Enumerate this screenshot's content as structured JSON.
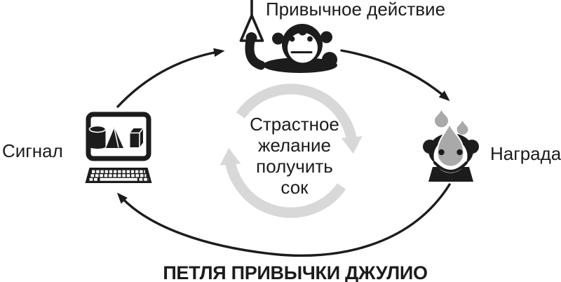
{
  "diagram": {
    "nodes": {
      "cue": {
        "label": "Сигнал",
        "icon": "monitor-keyboard-icon"
      },
      "routine": {
        "label": "Привычное действие",
        "icon": "trapeze-monkey-icon"
      },
      "reward": {
        "label": "Награда",
        "icon": "juice-drop-monkey-icon"
      }
    },
    "center": {
      "lines": [
        "Страстное",
        "желание",
        "получить",
        "сок"
      ],
      "icon": "cycle-arrows-icon"
    },
    "caption": "ПЕТЛЯ ПРИВЫЧКИ ДЖУЛИО",
    "colors": {
      "ink": "#1c1c1c",
      "loop": "#d8d8d8",
      "drop": "#a9a9a9",
      "background": "#ffffff"
    }
  }
}
